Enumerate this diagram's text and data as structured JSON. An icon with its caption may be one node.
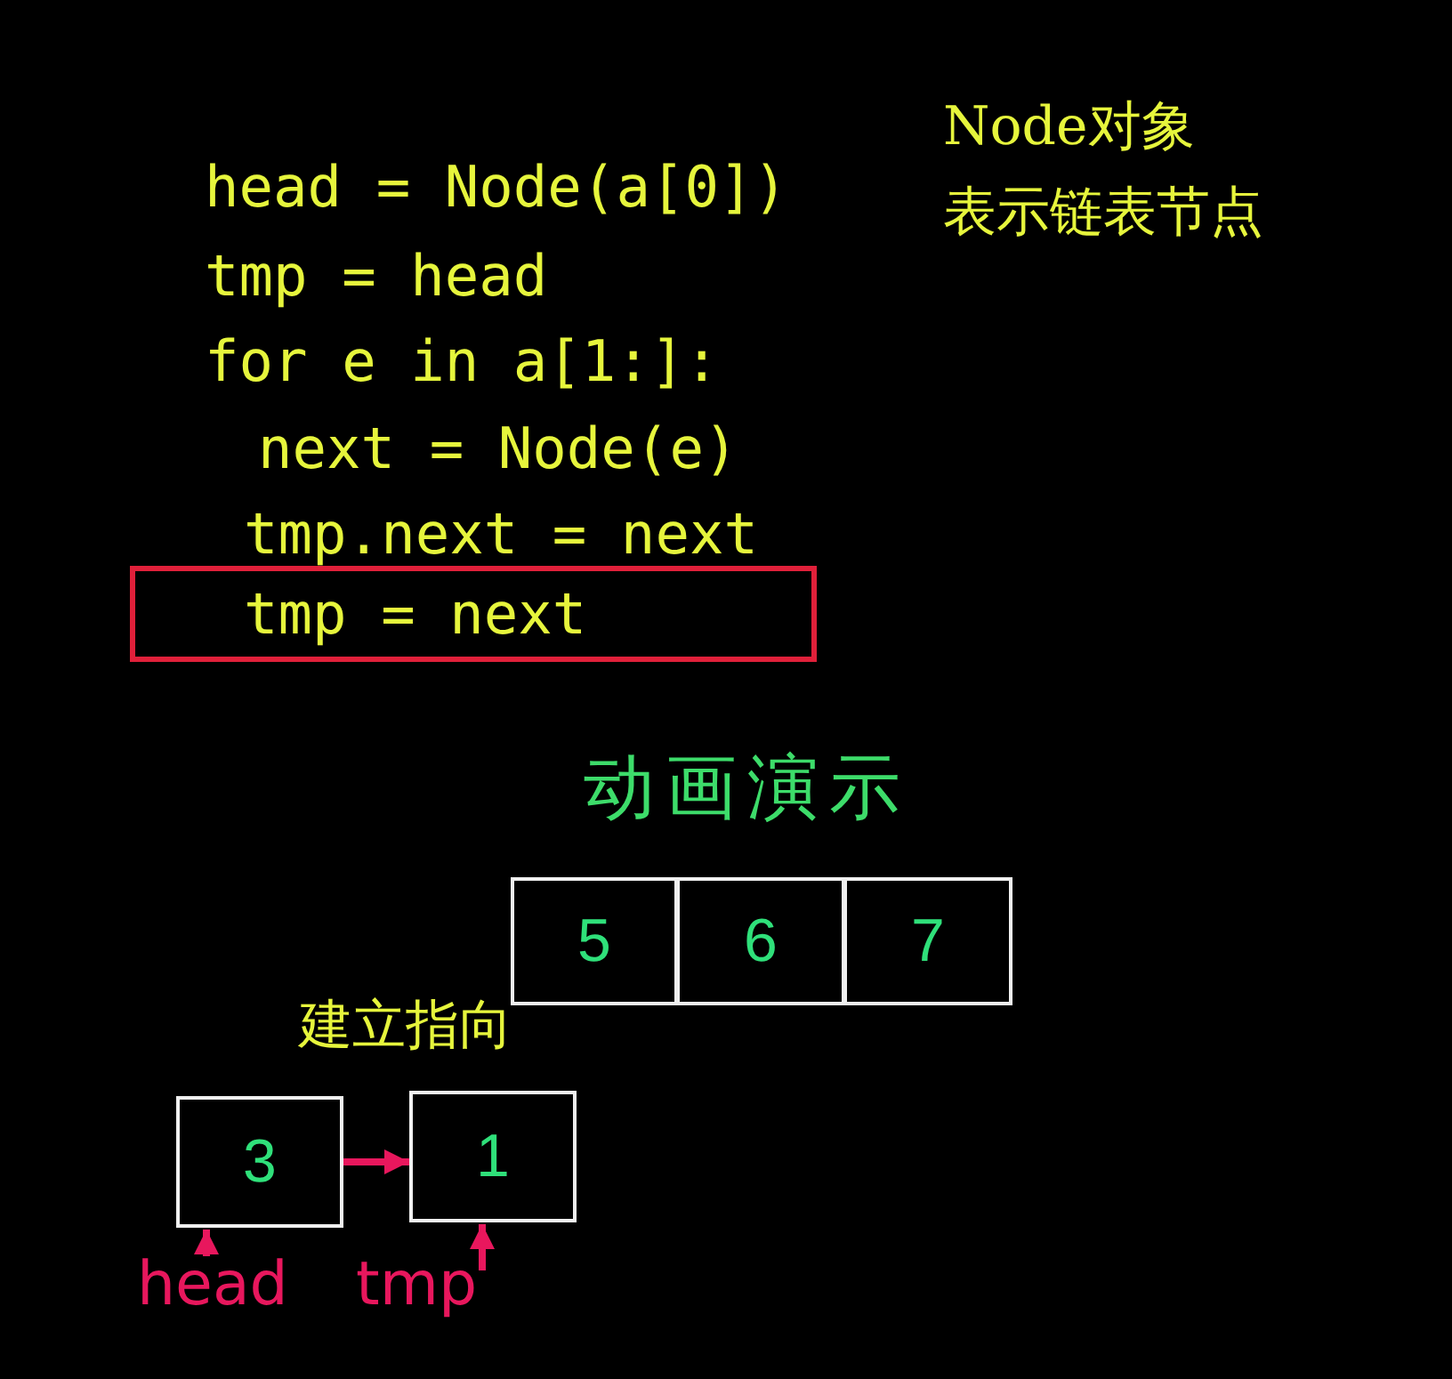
{
  "diagram": {
    "nodes": [
      {
        "text": [
          "tmp = next"
        ]
      },
      {
        "text": [
          "5"
        ]
      },
      {
        "text": [
          "6"
        ]
      },
      {
        "text": [
          "7"
        ]
      },
      {
        "text": [
          "3"
        ]
      },
      {
        "text": [
          "1"
        ]
      },
      {
        "text": [
          "head"
        ]
      },
      {
        "text": [
          "tmp"
        ]
      }
    ],
    "edges": [
      {
        "from": 4,
        "to": 5,
        "arrow": "to"
      },
      {
        "from": 6,
        "to": 4,
        "arrow": "to"
      },
      {
        "from": 7,
        "to": 5,
        "arrow": "to"
      }
    ],
    "labels": [
      "head = Node(a[0])",
      "tmp = head",
      "for e in a[1:]:",
      "next = Node(e)",
      "tmp.next = next",
      "Node对象",
      "表示链表节点",
      "动画演示",
      "建立指向"
    ]
  }
}
